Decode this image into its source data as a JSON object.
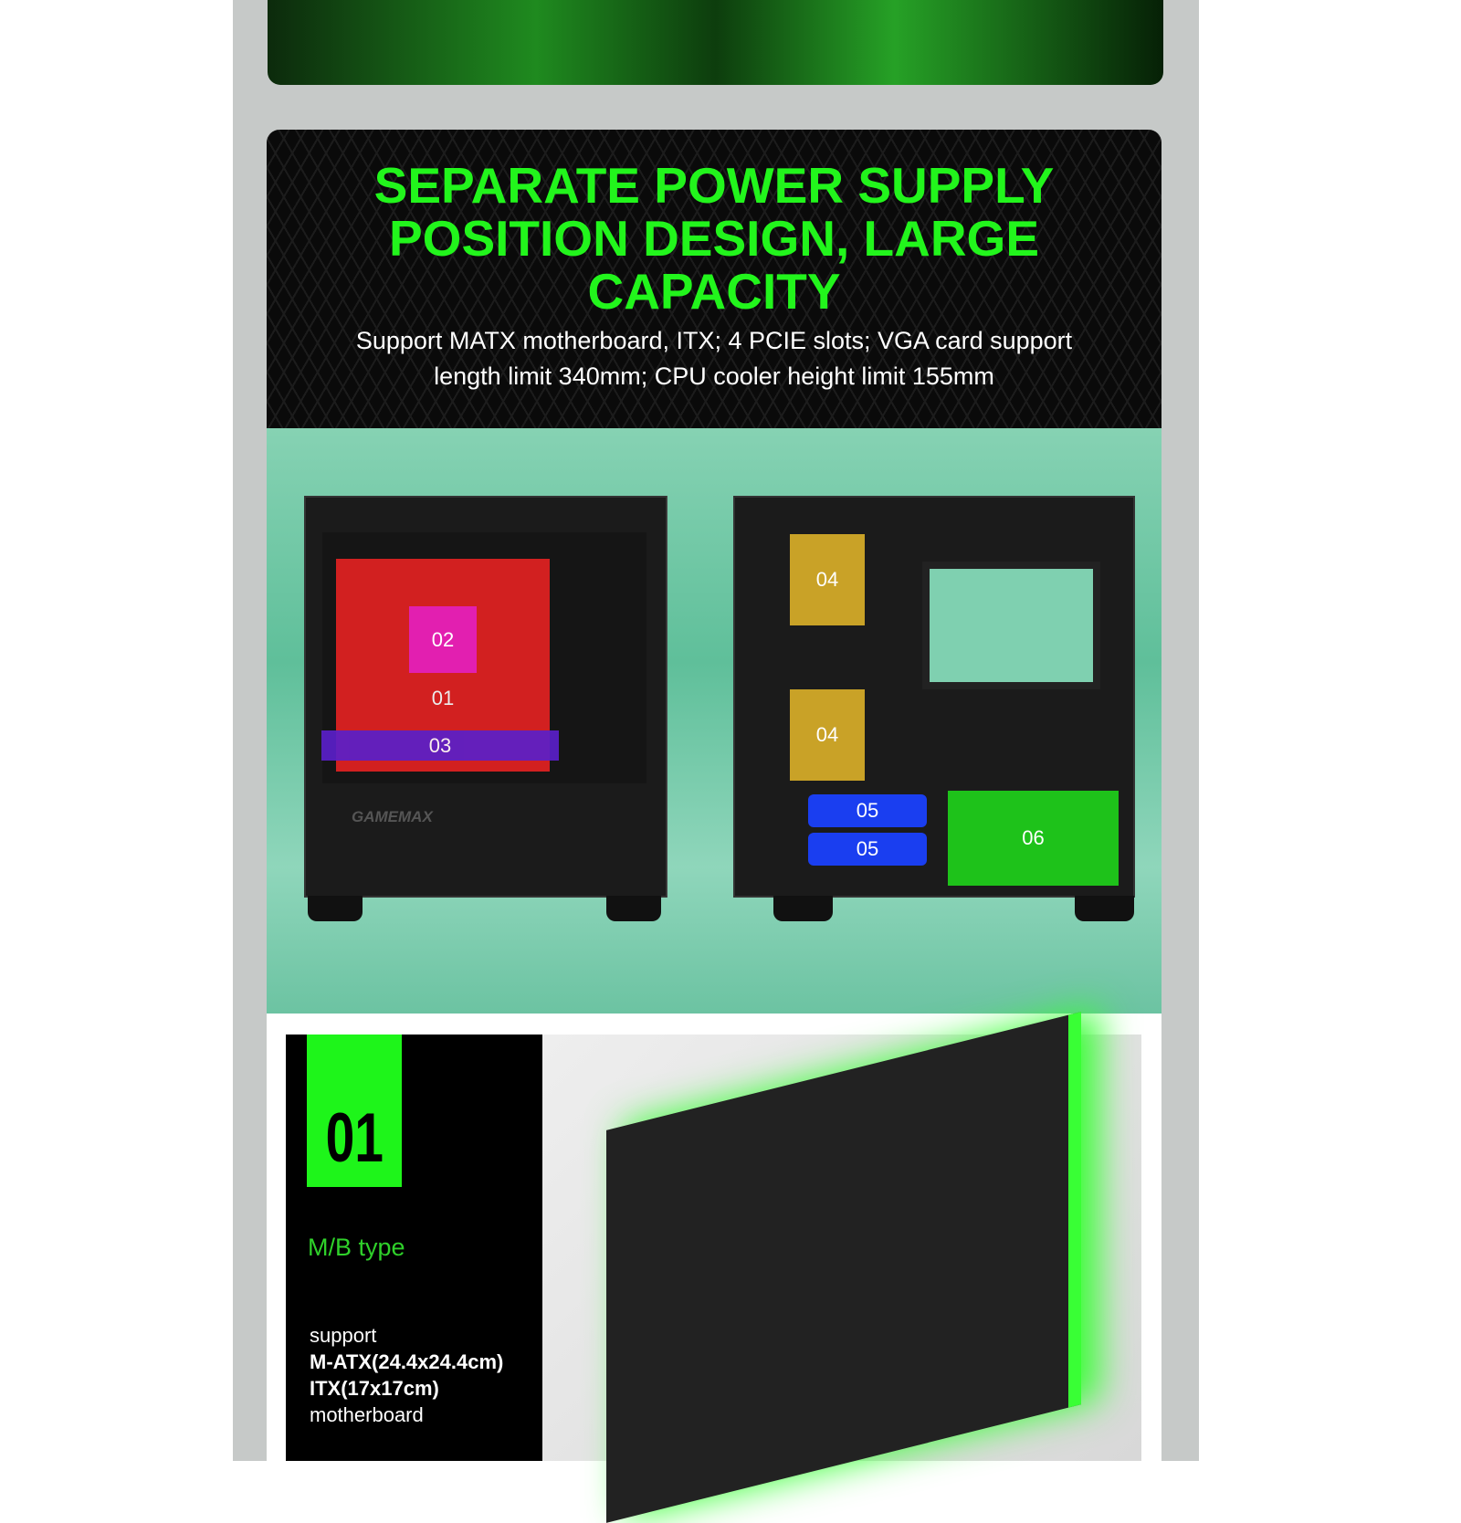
{
  "hero": {
    "title_lines": [
      "SEPARATE POWER SUPPLY",
      "POSITION DESIGN,  LARGE",
      "CAPACITY"
    ],
    "subtitle_lines": [
      "Support MATX motherboard, ITX; 4 PCIE slots; VGA card support",
      "length limit 340mm; CPU cooler height limit 155mm"
    ]
  },
  "diagram": {
    "brand": "GAMEMAX",
    "labels": {
      "mb": "01",
      "cpu": "02",
      "pcie": "03",
      "ssd_top": "04",
      "ssd_bottom": "04",
      "hdd_top": "05",
      "hdd_bottom": "05",
      "psu": "06"
    },
    "colors": {
      "mb": "#e32222",
      "cpu": "#e21fb0",
      "pcie": "#5a1fc9",
      "ssd": "#c9a227",
      "hdd": "#1a3ef0",
      "psu": "#1ec21a"
    }
  },
  "feature": {
    "number": "01",
    "heading": "M/B type",
    "spec_lines": [
      "support",
      "M-ATX(24.4x24.4cm)",
      "ITX(17x17cm)",
      "motherboard"
    ],
    "accent": "#1ef51a"
  }
}
